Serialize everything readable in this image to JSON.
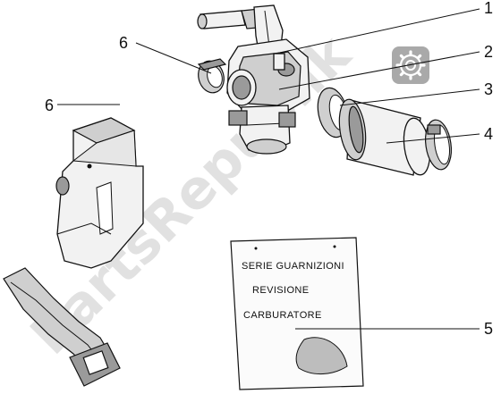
{
  "watermark": {
    "text": "PartsRepublik"
  },
  "callouts": [
    {
      "id": "1",
      "label": "1"
    },
    {
      "id": "2",
      "label": "2"
    },
    {
      "id": "3",
      "label": "3"
    },
    {
      "id": "4",
      "label": "4"
    },
    {
      "id": "5",
      "label": "5"
    },
    {
      "id": "6a",
      "label": "6"
    },
    {
      "id": "6b",
      "label": "6"
    }
  ],
  "gasket_card": {
    "line1": "SERIE  GUARNIZIONI",
    "line2": "REVISIONE",
    "line3": "CARBURATORE"
  },
  "gear_logo": {
    "icon": "gear-icon",
    "color": "#ffffff"
  }
}
